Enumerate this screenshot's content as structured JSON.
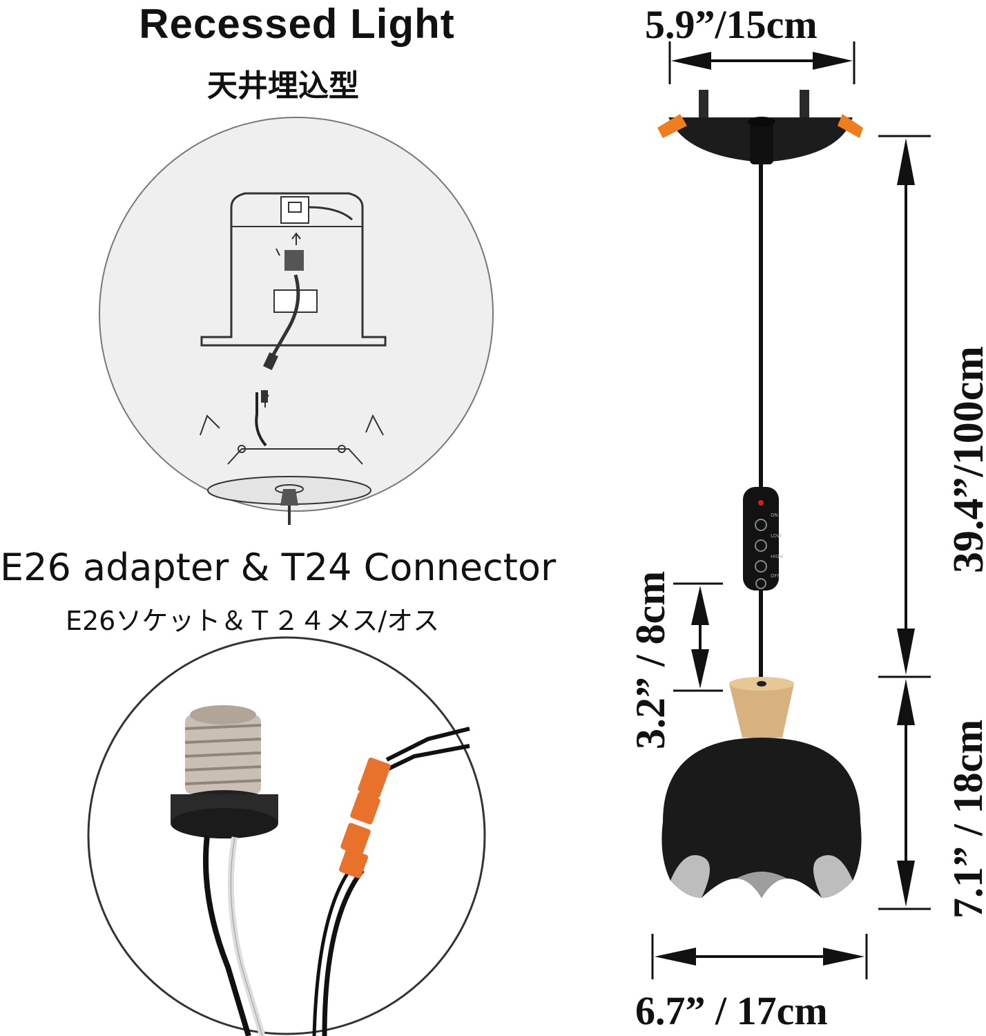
{
  "section1": {
    "title": "Recessed Light",
    "subtitle": "天井埋込型"
  },
  "section2": {
    "title": "E26 adapter & T24 Connector",
    "subtitle": "E26ソケット＆Ｔ２４メス/オス"
  },
  "dimensions": {
    "canopy_width": "5.9”/15cm",
    "cord_length": "39.4”/100cm",
    "socket_height": "3.2” / 8cm",
    "shade_height": "7.1” / 18cm",
    "shade_width": "6.7” / 17cm"
  },
  "controller": {
    "button_labels": [
      "ON",
      "LOW",
      "HIGH",
      "OFF"
    ]
  },
  "colors": {
    "connector_orange": "#e8722c",
    "wood": "#d8b27e",
    "shade_black": "#1a1a1a"
  }
}
